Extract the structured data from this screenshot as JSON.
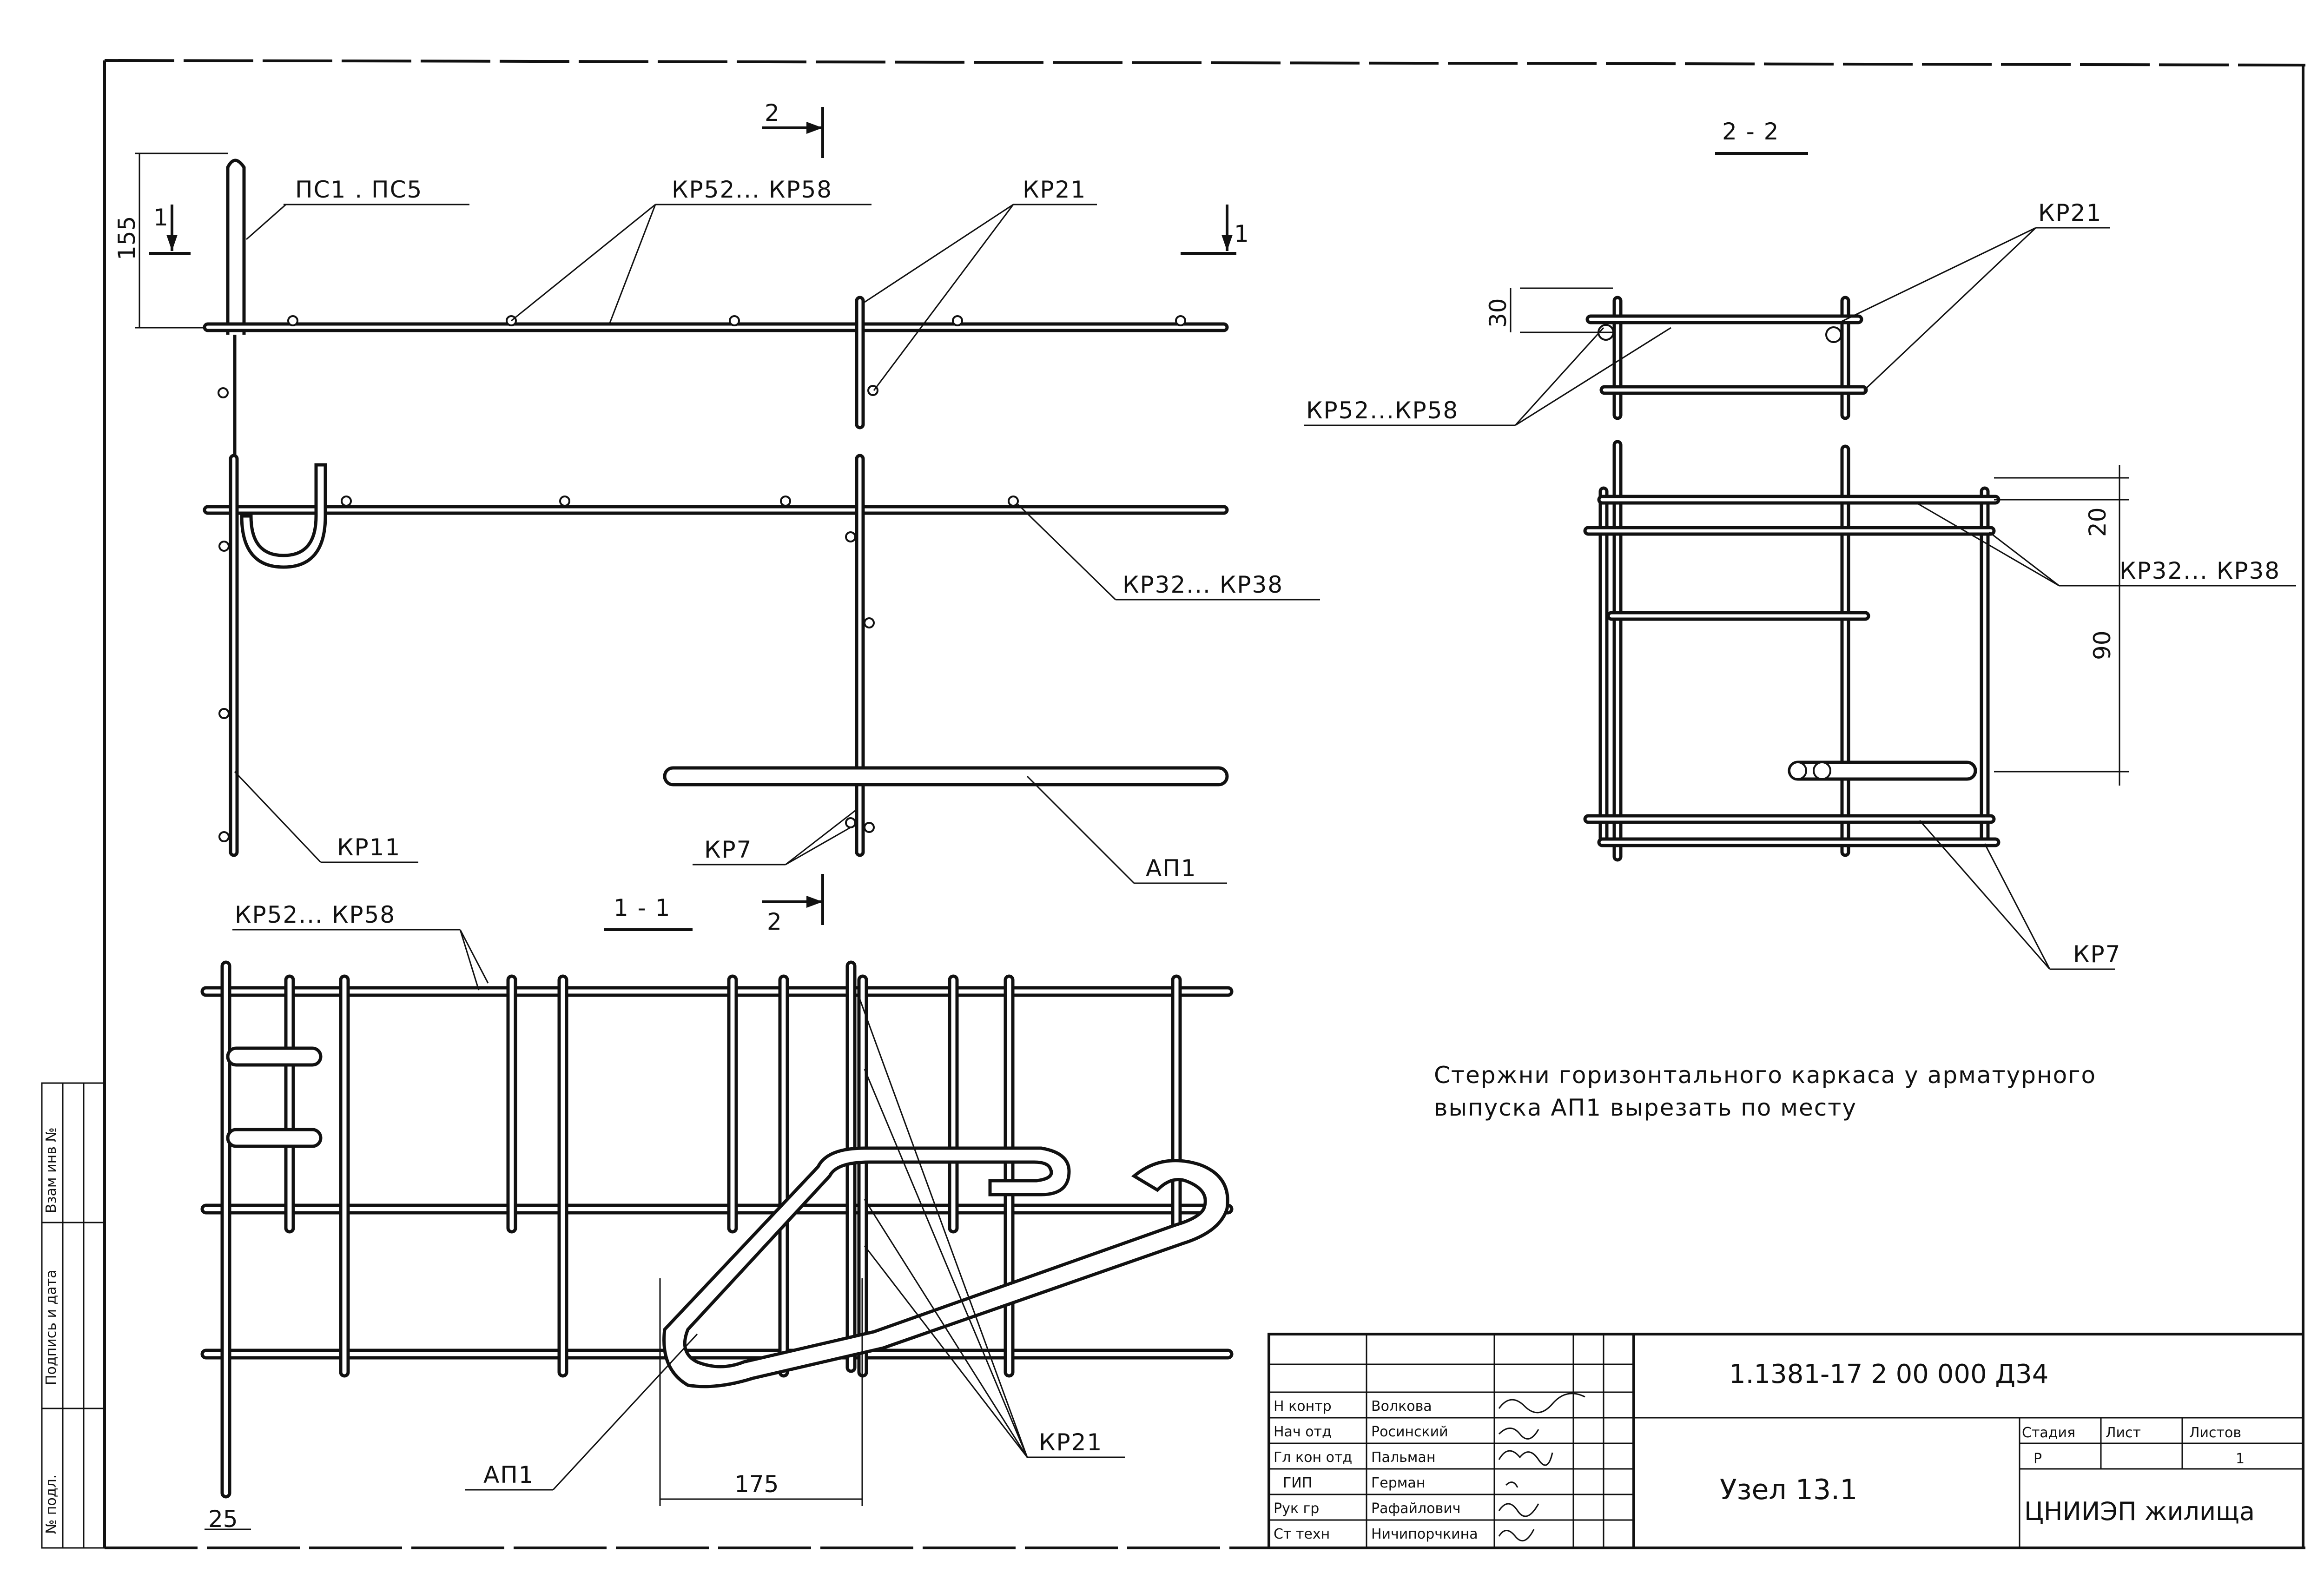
{
  "labels": {
    "ps": "ПС1 . ПС5",
    "kr52_a": "КР52... КР58",
    "kr21_a": "КР21",
    "kr32_a": "КР32... КР38",
    "kr11": "КР11",
    "kr7_a": "КР7",
    "ap1_a": "АП1",
    "kr52_b": "КР52... КР58",
    "kr21_b": "КР21",
    "kr52_c": "КР52...КР58",
    "kr32_b": "КР32... КР38",
    "kr7_b": "КР7",
    "kr21_c": "КР21",
    "ap1_b": "АП1"
  },
  "sections": {
    "s11": "1 - 1",
    "s22": "2 - 2",
    "cut1_top": "1",
    "cut1_bottom": "1",
    "cut2_top": "2",
    "cut2_bottom": "2"
  },
  "dimensions": {
    "d155": "155",
    "d30": "30",
    "d20": "20",
    "d90": "90",
    "d175": "175",
    "d25": "25"
  },
  "note": {
    "line1": "Стержни горизонтального каркаса у арматурного",
    "line2": "выпуска АП1 вырезать по месту"
  },
  "side_stamp": {
    "col1": "Взам инв №",
    "col2": "Подпись и дата",
    "col3": "№ подл."
  },
  "title_block": {
    "document_code": "1.1381-17 2 00 000 Д34",
    "title": "Узел 13.1",
    "stage_header": "Стадия",
    "sheet_header": "Лист",
    "sheets_header": "Листов",
    "stage": "Р",
    "sheet": "",
    "sheets": "1",
    "organization": "ЦНИИЭП жилища",
    "roles": [
      "Н контр",
      "Нач отд",
      "Гл кон отд",
      "ГИП",
      "Рук гр",
      "Ст техн"
    ],
    "names": [
      "Волкова",
      "Росинский",
      "Пальман",
      "Герман",
      "Рафайлович",
      "Ничипорчкина"
    ]
  }
}
